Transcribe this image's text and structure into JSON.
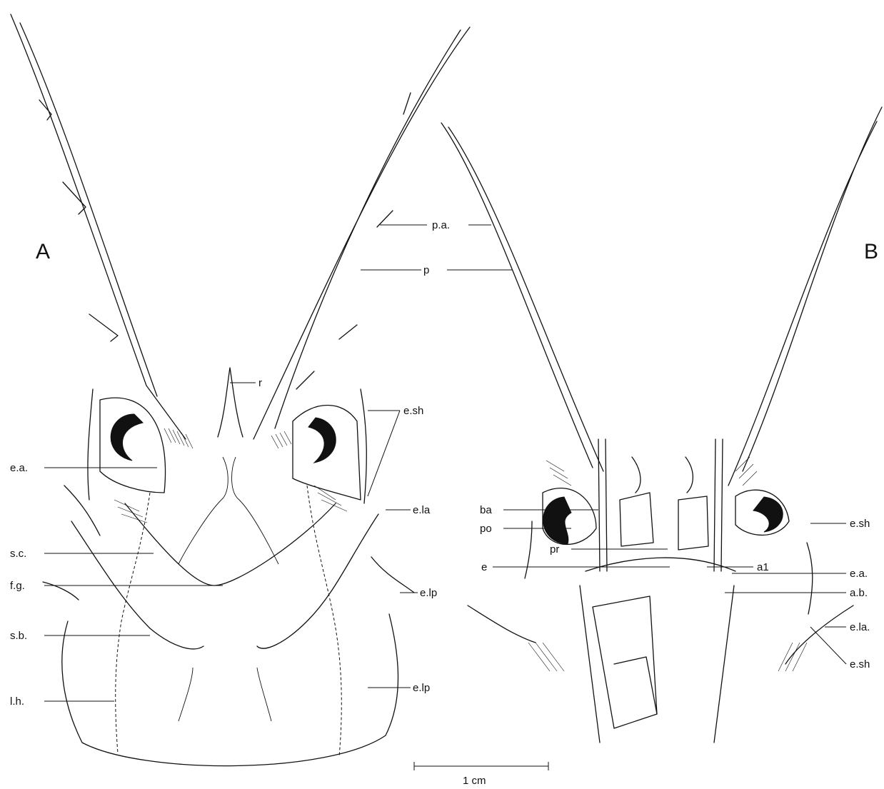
{
  "panels": {
    "a": "A",
    "b": "B"
  },
  "labels_a": {
    "r": "r",
    "pa": "p.a.",
    "p": "p",
    "esh": "e.sh",
    "ea": "e.a.",
    "ela": "e.la",
    "sc": "s.c.",
    "fg": "f.g.",
    "elp1": "e.lp",
    "sb": "s.b.",
    "elp2": "e.lp",
    "lh": "l.h."
  },
  "labels_b": {
    "ba": "ba",
    "po": "po",
    "pr": "pr",
    "e": "e",
    "a1": "a1",
    "esh1": "e.sh",
    "ea": "e.a.",
    "ab": "a.b.",
    "ela": "e.la.",
    "esh2": "e.sh"
  },
  "scale_bar": {
    "label": "1 cm"
  }
}
